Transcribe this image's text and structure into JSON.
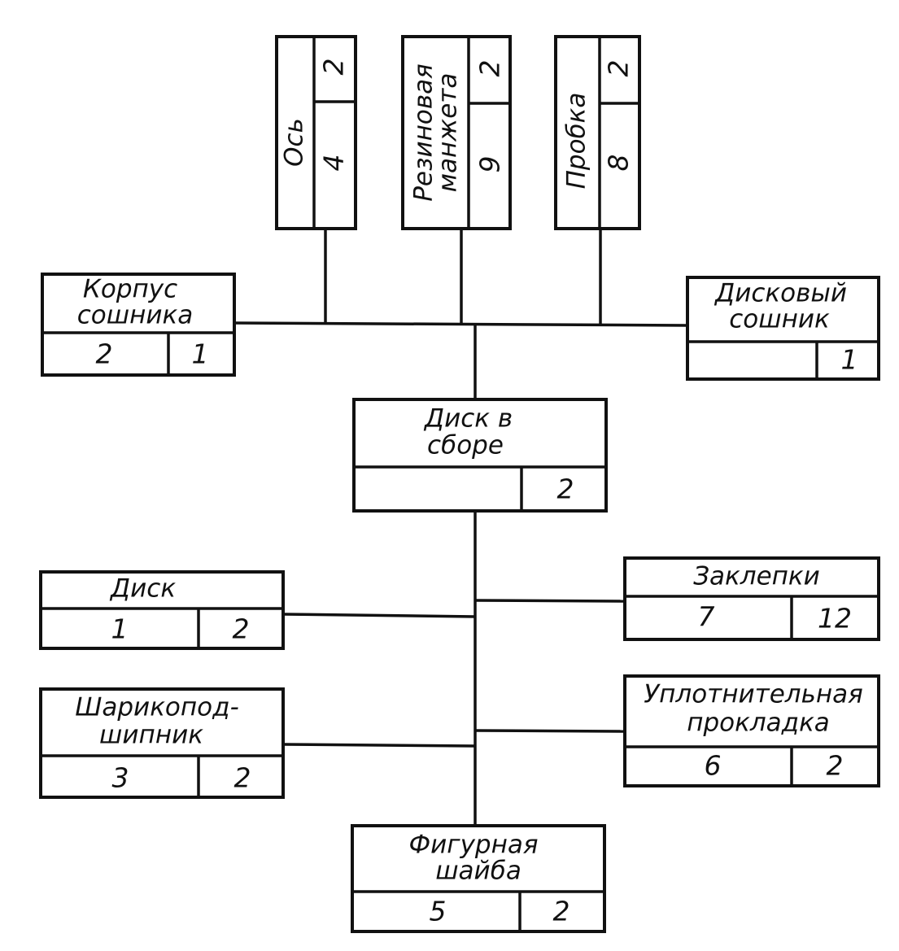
{
  "diagram": {
    "nodes": {
      "os": {
        "label": "Ось",
        "number": "4",
        "quantity": "2"
      },
      "rezinovaya_manzheta": {
        "label_line1": "Резиновая",
        "label_line2": "манжета",
        "number": "9",
        "quantity": "2"
      },
      "probka": {
        "label": "Пробка",
        "number": "8",
        "quantity": "2"
      },
      "korpus_soshnika": {
        "label_line1": "Корпус",
        "label_line2": "сошника",
        "number": "2",
        "quantity": "1"
      },
      "diskovyi_soshnik": {
        "label_line1": "Дисковый",
        "label_line2": "сошник",
        "number": "",
        "quantity": "1"
      },
      "disk_v_sbore": {
        "label_line1": "Диск в",
        "label_line2": "сборе",
        "number": "",
        "quantity": "2"
      },
      "disk": {
        "label": "Диск",
        "number": "1",
        "quantity": "2"
      },
      "zaklepki": {
        "label": "Заклепки",
        "number": "7",
        "quantity": "12"
      },
      "sharikopodshipnik": {
        "label_line1": "Шарикопод-",
        "label_line2": "шипник",
        "number": "3",
        "quantity": "2"
      },
      "uplotnitelnaya_prokladka": {
        "label_line1": "Уплотнительная",
        "label_line2": "прокладка",
        "number": "6",
        "quantity": "2"
      },
      "figurnaya_shaiba": {
        "label_line1": "Фигурная",
        "label_line2": "шайба",
        "number": "5",
        "quantity": "2"
      }
    }
  }
}
